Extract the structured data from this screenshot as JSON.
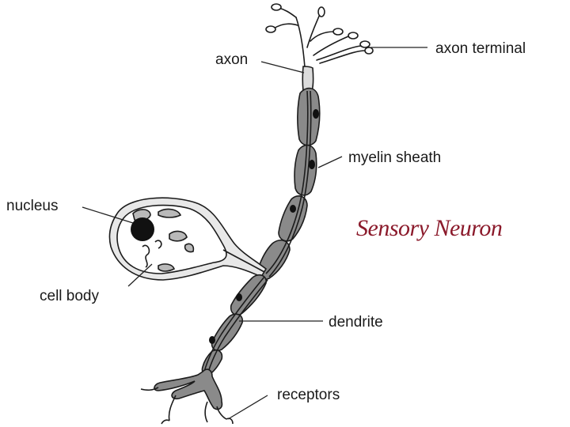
{
  "labels": {
    "axon": "axon",
    "axon_terminal": "axon terminal",
    "myelin_sheath": "myelin sheath",
    "nucleus": "nucleus",
    "cell_body": "cell body",
    "dendrite": "dendrite",
    "receptors": "receptors"
  },
  "title": "Sensory Neuron",
  "colors": {
    "title": "#8b1a2b",
    "ink": "#1c1c1c",
    "fiber": "#8a8a8a",
    "fiber_light": "#b9b9b9",
    "nucleus": "#111111"
  }
}
